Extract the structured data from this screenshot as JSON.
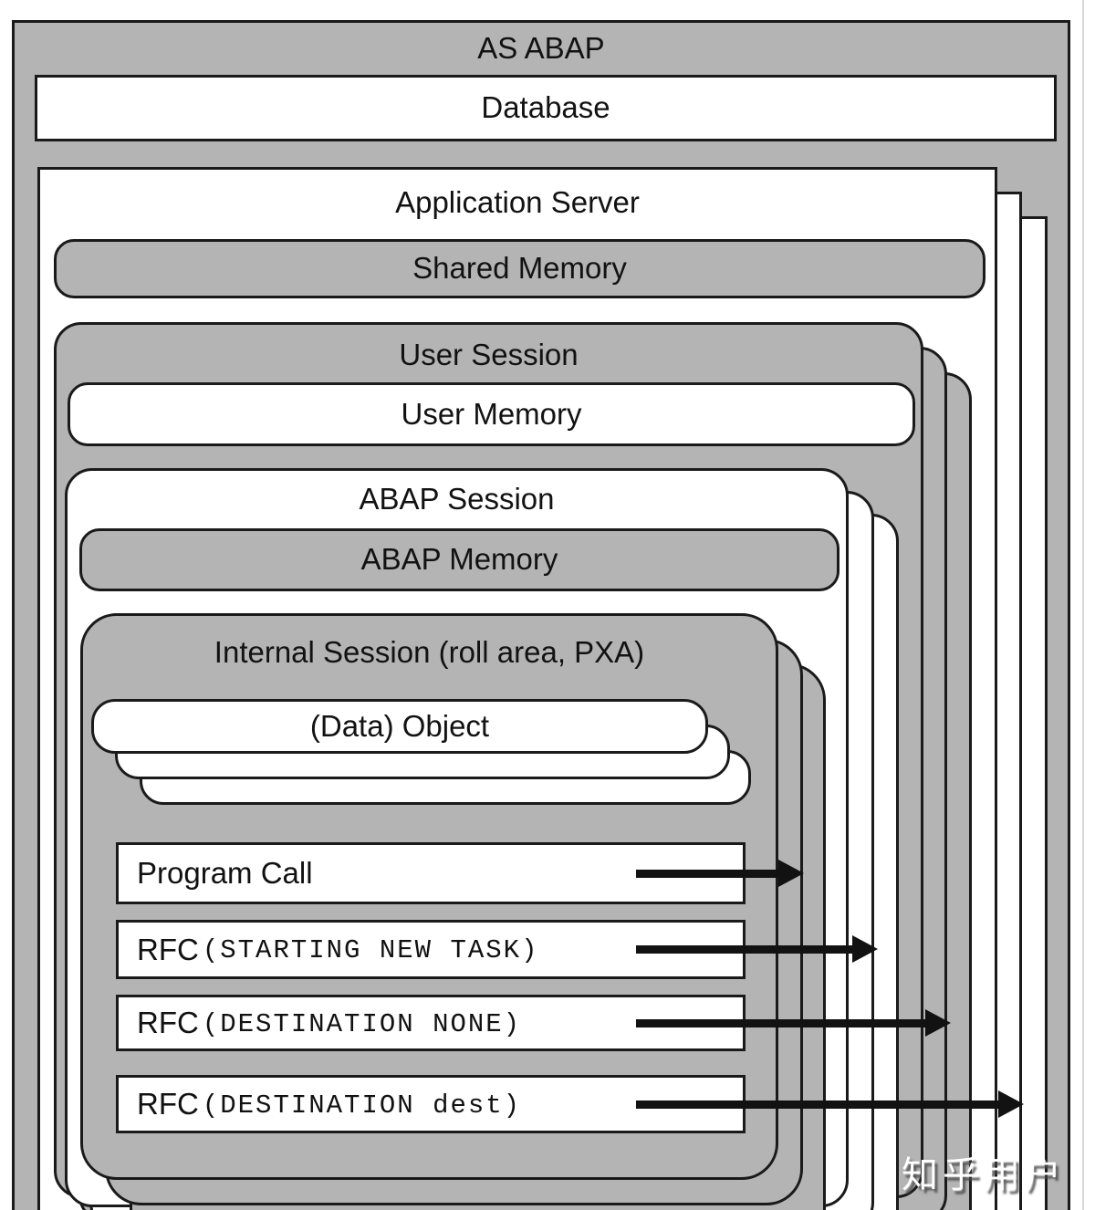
{
  "diagram": {
    "title": "AS ABAP",
    "database": {
      "label": "Database"
    },
    "application_server": {
      "label": "Application Server",
      "stacked_copies": 3
    },
    "shared_memory": {
      "label": "Shared Memory"
    },
    "user_session": {
      "label": "User Session",
      "stacked_copies": 3
    },
    "user_memory": {
      "label": "User Memory"
    },
    "abap_session": {
      "label": "ABAP Session",
      "stacked_copies": 3
    },
    "abap_memory": {
      "label": "ABAP Memory"
    },
    "internal_session": {
      "label": "Internal Session (roll area, PXA)",
      "stacked_copies": 3
    },
    "data_object": {
      "label": "(Data) Object",
      "stacked_copies": 3
    },
    "calls": [
      {
        "label": "Program Call",
        "detail": "",
        "arrow_target": "new internal session"
      },
      {
        "label": "RFC",
        "detail": "(STARTING NEW TASK)",
        "arrow_target": "new ABAP session"
      },
      {
        "label": "RFC",
        "detail": "(DESTINATION NONE)",
        "arrow_target": "new user session"
      },
      {
        "label": "RFC",
        "detail": "(DESTINATION dest)",
        "arrow_target": "other application server"
      }
    ],
    "colors": {
      "box_gray": "#b4b4b4",
      "box_white": "#ffffff",
      "border": "#1a1a1a",
      "arrow": "#121212"
    }
  },
  "watermark": {
    "text": "知乎用户"
  }
}
